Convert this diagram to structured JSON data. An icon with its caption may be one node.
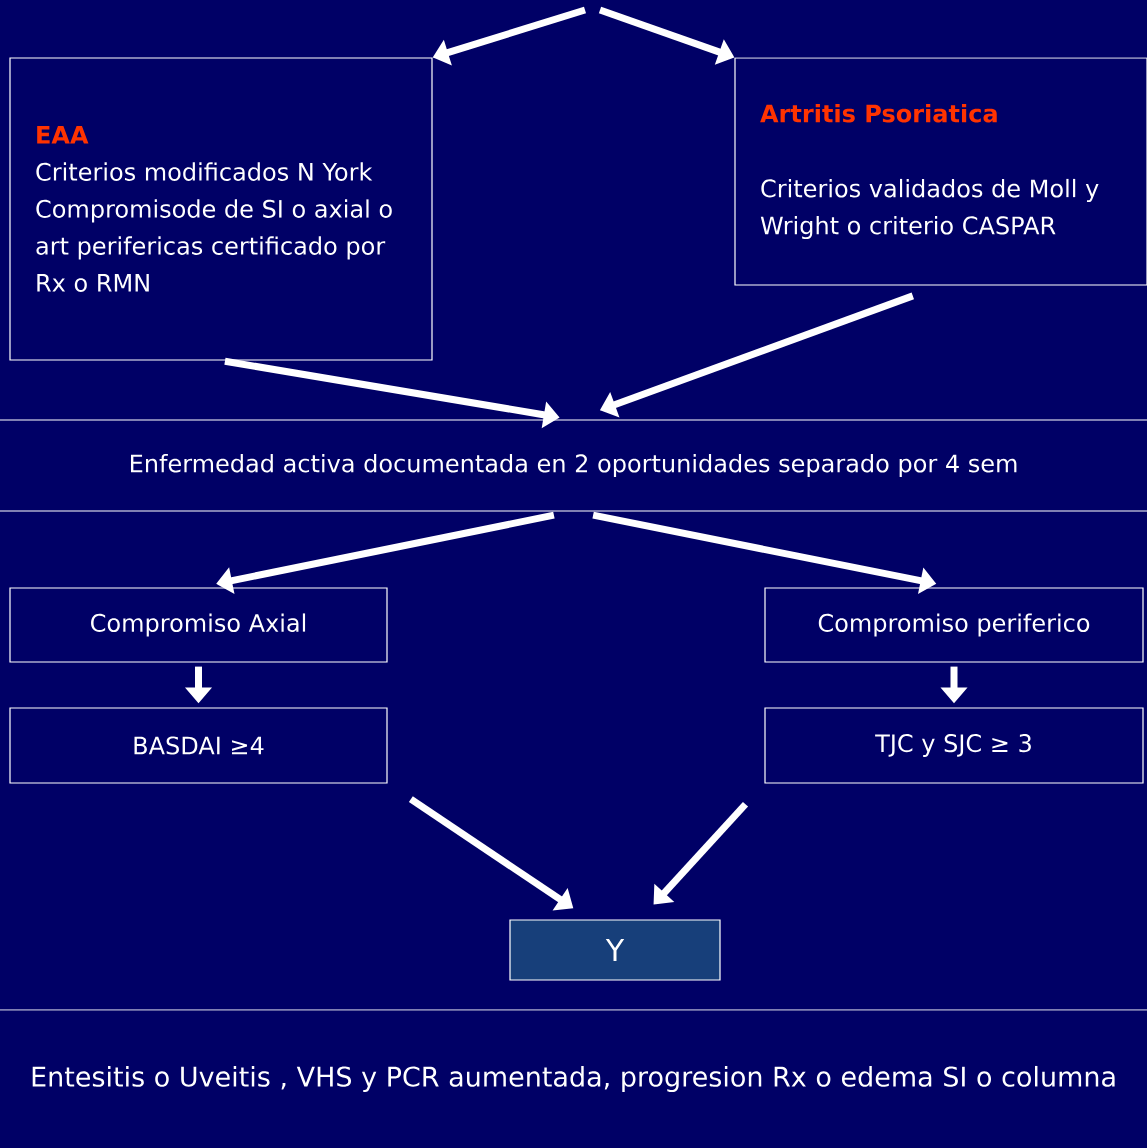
{
  "diagram": {
    "nodes": [
      {
        "text": [
          "EAA",
          "Criterios modificados N York Compromisode de SI o axial o art perifericas certificado por Rx o RMN"
        ]
      },
      {
        "text": [
          "Artritis Psoriatica",
          "Criterios validados de Moll y Wright o criterio CASPAR"
        ]
      },
      {
        "text": [
          "Enfermedad activa documentada en 2 oportunidades separado por 4 sem"
        ]
      },
      {
        "text": [
          "Compromiso Axial"
        ]
      },
      {
        "text": [
          "Compromiso periferico"
        ]
      },
      {
        "text": [
          "BASDAI ≥4"
        ]
      },
      {
        "text": [
          "TJC y SJC ≥ 3"
        ]
      },
      {
        "text": [
          "Y"
        ]
      },
      {
        "text": [
          "Entesitis o Uveitis , VHS y PCR aumentada, progresion Rx o edema SI o columna"
        ]
      }
    ],
    "edges": [
      {
        "from": null,
        "to": 0,
        "arrow": "to"
      },
      {
        "from": null,
        "to": 1,
        "arrow": "to"
      },
      {
        "from": 0,
        "to": 2,
        "arrow": "to"
      },
      {
        "from": 1,
        "to": 2,
        "arrow": "to"
      },
      {
        "from": 2,
        "to": 3,
        "arrow": "to"
      },
      {
        "from": 2,
        "to": 4,
        "arrow": "to"
      },
      {
        "from": 3,
        "to": 5,
        "arrow": "to"
      },
      {
        "from": 4,
        "to": 6,
        "arrow": "to"
      },
      {
        "from": 5,
        "to": 7,
        "arrow": "to"
      },
      {
        "from": 6,
        "to": 7,
        "arrow": "to"
      }
    ]
  }
}
